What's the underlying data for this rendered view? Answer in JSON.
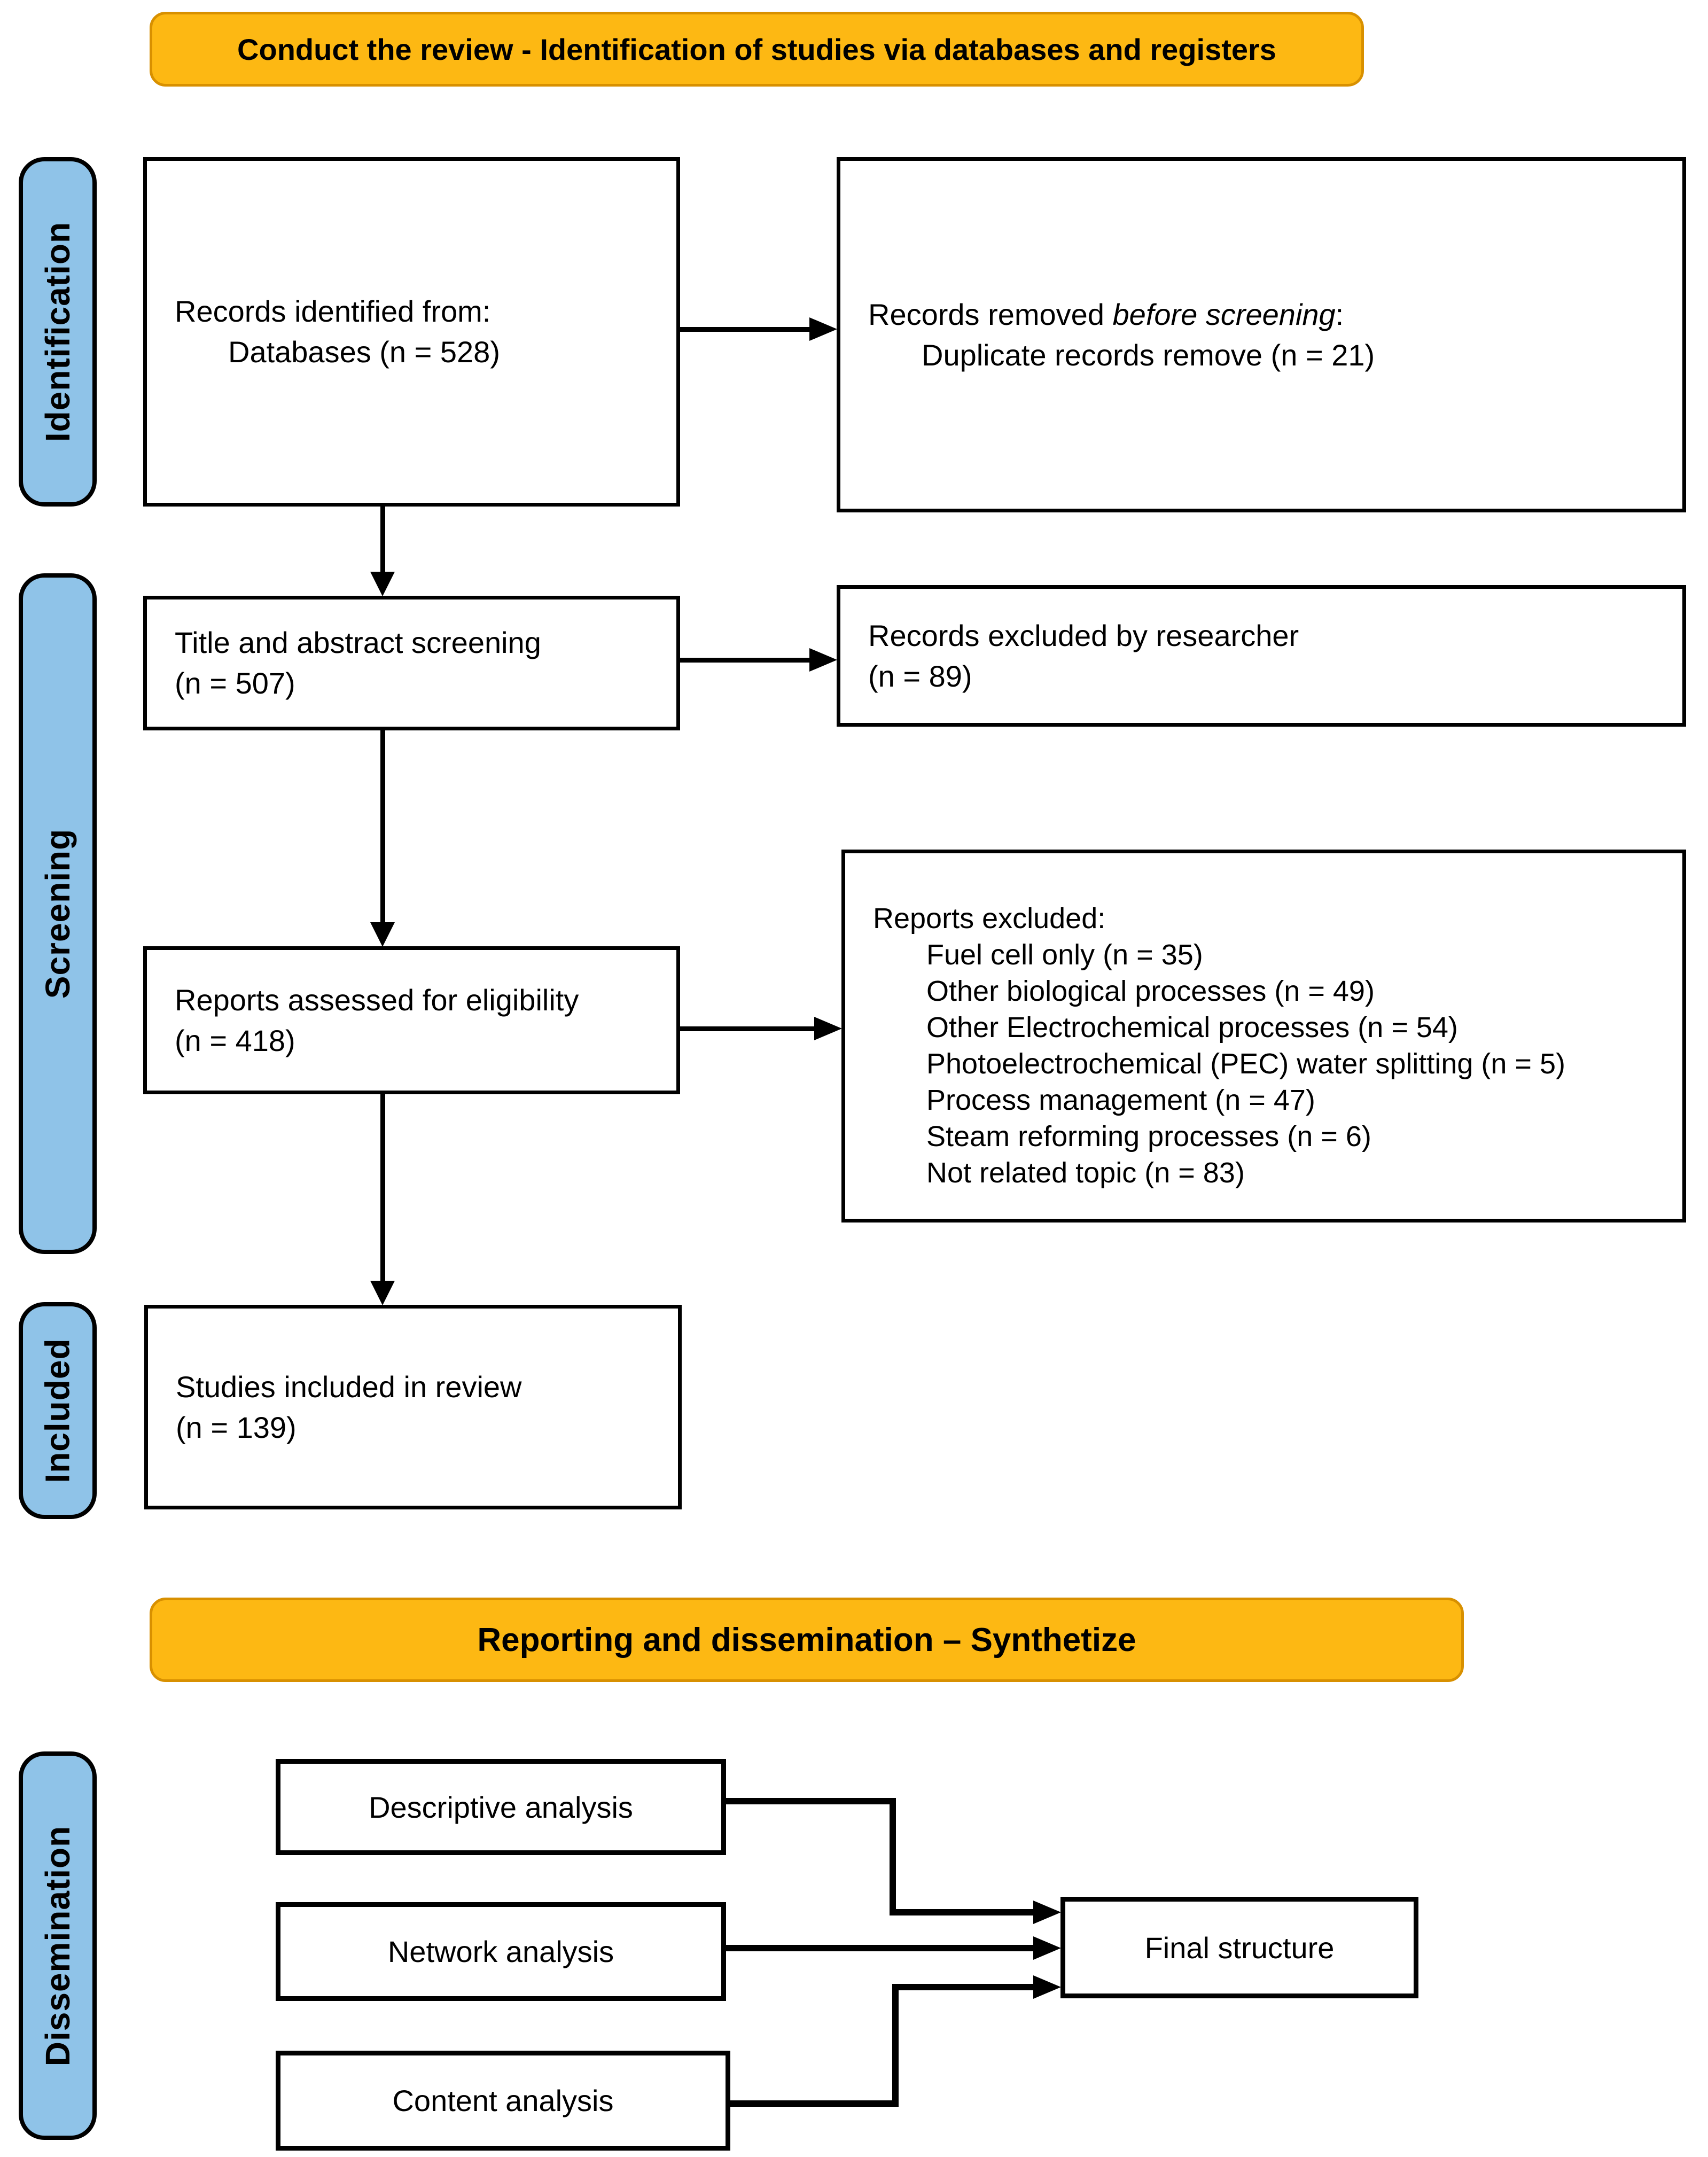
{
  "banners": {
    "top": "Conduct the review - Identification of studies via databases and registers",
    "bottom": "Reporting and dissemination – Synthetize"
  },
  "stages": {
    "identification": "Identification",
    "screening": "Screening",
    "included": "Included",
    "dissemination": "Dissemination"
  },
  "boxes": {
    "records_identified": {
      "line1": "Records identified from:",
      "line2": "Databases (n = 528)"
    },
    "records_removed": {
      "line1_prefix": "Records removed ",
      "line1_italic": "before screening",
      "line1_suffix": ":",
      "line2": "Duplicate records remove (n = 21)"
    },
    "title_abstract_screening": {
      "line1": "Title and abstract screening",
      "line2": "(n = 507)"
    },
    "records_excluded": {
      "line1": "Records excluded by researcher",
      "line2": "(n = 89)"
    },
    "reports_assessed": {
      "line1": "Reports assessed for eligibility",
      "line2": "(n = 418)"
    },
    "reports_excluded": {
      "header": "Reports excluded:",
      "items": [
        "Fuel cell only (n = 35)",
        "Other biological processes (n = 49)",
        "Other Electrochemical processes (n = 54)",
        "Photoelectrochemical (PEC) water splitting (n = 5)",
        "Process management (n = 47)",
        "Steam reforming processes (n = 6)",
        "Not related topic (n = 83)"
      ]
    },
    "studies_included": {
      "line1": "Studies included in review",
      "line2": "(n = 139)"
    },
    "descriptive_analysis": "Descriptive analysis",
    "network_analysis": "Network analysis",
    "content_analysis": "Content analysis",
    "final_structure": "Final structure"
  },
  "colors": {
    "banner_fill": "#FDB813",
    "banner_border": "#D89000",
    "tab_fill": "#8FC3E8",
    "line": "#000000"
  }
}
